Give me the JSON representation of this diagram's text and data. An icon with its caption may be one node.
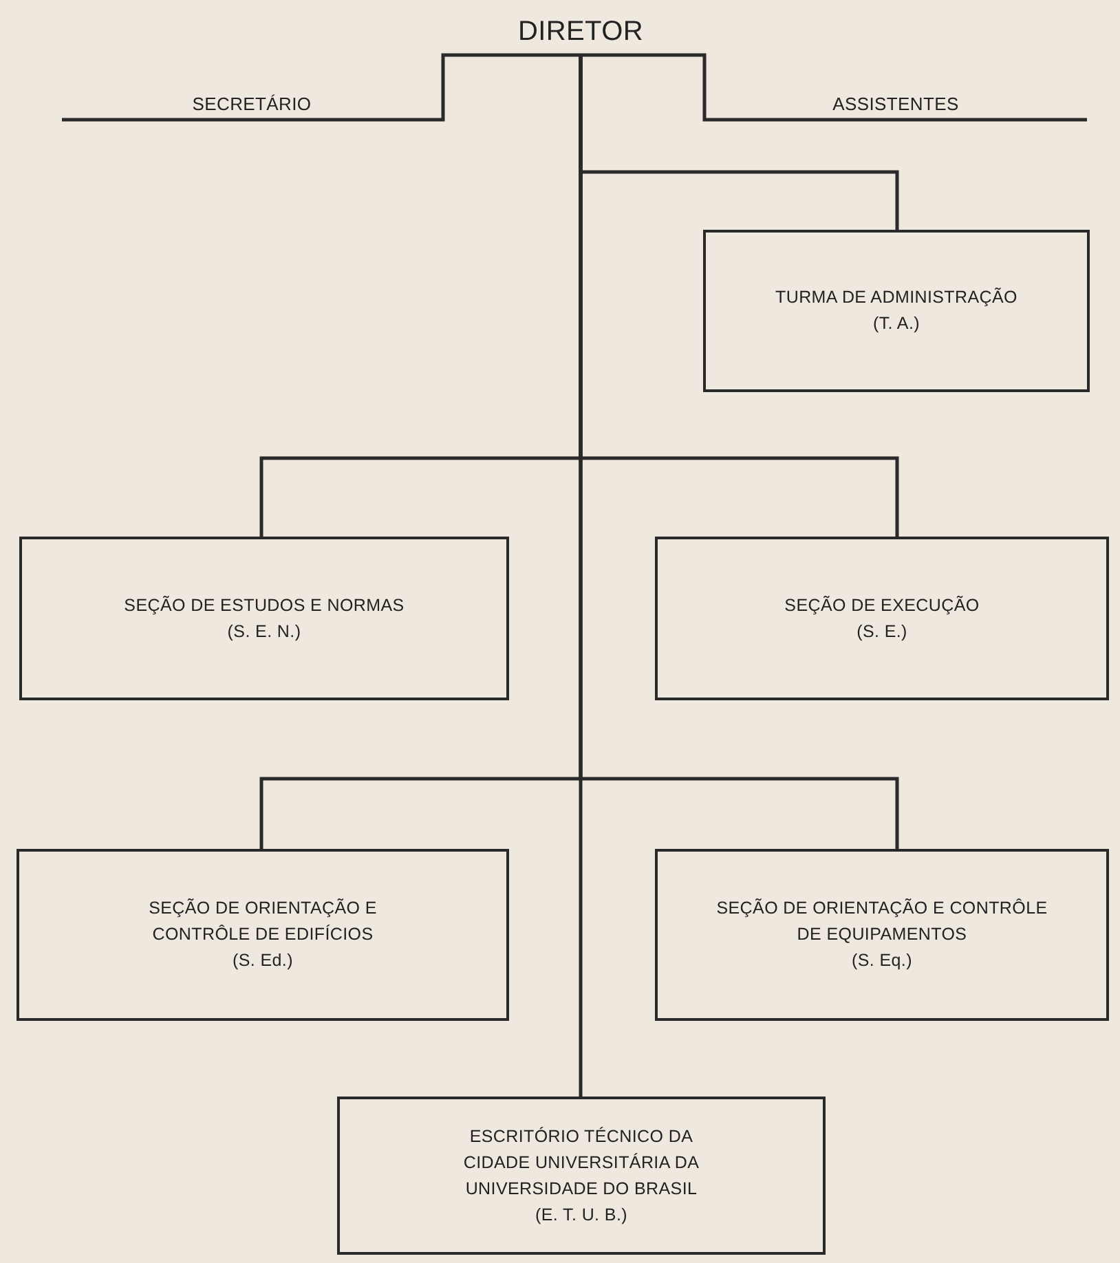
{
  "diagram": {
    "nodes": [
      {
        "text": [
          "DIRETOR"
        ]
      },
      {
        "text": [
          "SECRETÁRIO"
        ]
      },
      {
        "text": [
          "ASSISTENTES"
        ]
      },
      {
        "text": [
          "TURMA DE ADMINISTRAÇÃO",
          "(T. A.)"
        ]
      },
      {
        "text": [
          "SEÇÃO DE ESTUDOS E NORMAS",
          "(S. E. N.)"
        ]
      },
      {
        "text": [
          "SEÇÃO DE EXECUÇÃO",
          "(S. E.)"
        ]
      },
      {
        "text": [
          "SEÇÃO DE ORIENTAÇÃO E CONTRÔLE DE EDIFÍCIOS",
          "(S. Ed.)"
        ]
      },
      {
        "text": [
          "SEÇÃO DE ORIENTAÇÃO E CONTRÔLE DE EQUIPAMENTOS",
          "(S. Eq.)"
        ]
      },
      {
        "text": [
          "ESCRITÓRIO TÉCNICO DA CIDADE UNIVERSITÁRIA DA UNIVERSIDADE DO BRASIL",
          "(E. T. U. B.)"
        ]
      }
    ],
    "edges": [
      {
        "from": 0,
        "to": 1,
        "arrow": "none"
      },
      {
        "from": 0,
        "to": 2,
        "arrow": "none"
      },
      {
        "from": 0,
        "to": 3,
        "arrow": "none"
      },
      {
        "from": 0,
        "to": 4,
        "arrow": "none"
      },
      {
        "from": 0,
        "to": 5,
        "arrow": "none"
      },
      {
        "from": 0,
        "to": 6,
        "arrow": "none"
      },
      {
        "from": 0,
        "to": 7,
        "arrow": "none"
      },
      {
        "from": 0,
        "to": 8,
        "arrow": "none"
      }
    ]
  }
}
